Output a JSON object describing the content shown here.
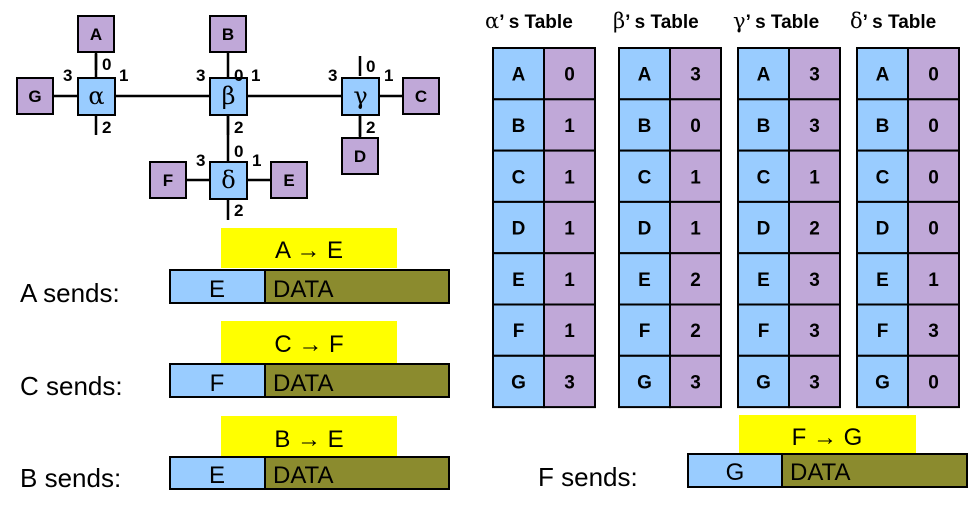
{
  "colors": {
    "switch_fill": "#99ccff",
    "host_fill": "#c0a8d8",
    "dest_fill": "#99ccff",
    "port_fill": "#c0a8d8",
    "header_fill": "#ffff00",
    "data_fill": "#8b8b2e",
    "line": "#000000"
  },
  "switches": [
    {
      "id": "alpha",
      "label": "α"
    },
    {
      "id": "beta",
      "label": "β"
    },
    {
      "id": "gamma",
      "label": "γ"
    },
    {
      "id": "delta",
      "label": "δ"
    }
  ],
  "hosts": [
    {
      "id": "A",
      "label": "A"
    },
    {
      "id": "B",
      "label": "B"
    },
    {
      "id": "C",
      "label": "C"
    },
    {
      "id": "D",
      "label": "D"
    },
    {
      "id": "E",
      "label": "E"
    },
    {
      "id": "F",
      "label": "F"
    },
    {
      "id": "G",
      "label": "G"
    }
  ],
  "ports": {
    "alpha": {
      "up": "0",
      "right": "1",
      "down": "2",
      "left": "3"
    },
    "beta": {
      "up": "0",
      "right": "1",
      "down": "2",
      "left": "3"
    },
    "gamma": {
      "up": "0",
      "right": "1",
      "down": "2",
      "left": "3"
    },
    "delta": {
      "up": "0",
      "right": "1",
      "down": "2",
      "left": "3"
    }
  },
  "tables": [
    {
      "title_greek": "α",
      "title_rest": "’ s Table",
      "rows": [
        [
          "A",
          "0"
        ],
        [
          "B",
          "1"
        ],
        [
          "C",
          "1"
        ],
        [
          "D",
          "1"
        ],
        [
          "E",
          "1"
        ],
        [
          "F",
          "1"
        ],
        [
          "G",
          "3"
        ]
      ]
    },
    {
      "title_greek": "β",
      "title_rest": "’ s Table",
      "rows": [
        [
          "A",
          "3"
        ],
        [
          "B",
          "0"
        ],
        [
          "C",
          "1"
        ],
        [
          "D",
          "1"
        ],
        [
          "E",
          "2"
        ],
        [
          "F",
          "2"
        ],
        [
          "G",
          "3"
        ]
      ]
    },
    {
      "title_greek": "γ",
      "title_rest": "’ s Table",
      "rows": [
        [
          "A",
          "3"
        ],
        [
          "B",
          "3"
        ],
        [
          "C",
          "1"
        ],
        [
          "D",
          "2"
        ],
        [
          "E",
          "3"
        ],
        [
          "F",
          "3"
        ],
        [
          "G",
          "3"
        ]
      ]
    },
    {
      "title_greek": "δ",
      "title_rest": "’ s Table",
      "rows": [
        [
          "A",
          "0"
        ],
        [
          "B",
          "0"
        ],
        [
          "C",
          "0"
        ],
        [
          "D",
          "0"
        ],
        [
          "E",
          "1"
        ],
        [
          "F",
          "3"
        ],
        [
          "G",
          "0"
        ]
      ]
    }
  ],
  "packets": [
    {
      "id": "a",
      "sender_label": "A sends:",
      "header": "A → E",
      "dest": "E",
      "payload": "DATA"
    },
    {
      "id": "c",
      "sender_label": "C sends:",
      "header": "C → F",
      "dest": "F",
      "payload": "DATA"
    },
    {
      "id": "b",
      "sender_label": "B sends:",
      "header": "B → E",
      "dest": "E",
      "payload": "DATA"
    },
    {
      "id": "f",
      "sender_label": "F sends:",
      "header": "F → G",
      "dest": "G",
      "payload": "DATA"
    }
  ]
}
